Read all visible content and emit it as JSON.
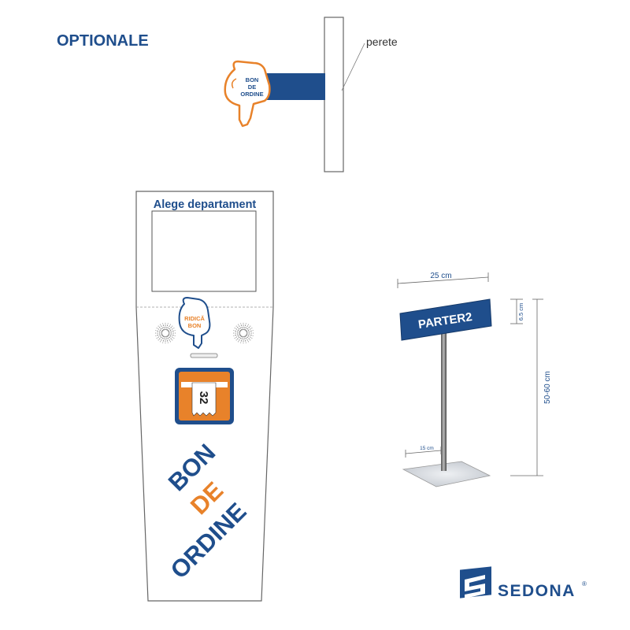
{
  "heading": "OPTIONALE",
  "wall_label": "perete",
  "hand_sign": {
    "line1": "BON",
    "line2": "DE",
    "line3": "ORDINE"
  },
  "kiosk": {
    "title": "Alege departament",
    "hand_line1": "RIDICĂ",
    "hand_line2": "BON",
    "ticket_number": "32",
    "big_text": {
      "line1": "BON",
      "line2": "DE",
      "line3": "ORDINE"
    }
  },
  "stand": {
    "sign_text": "PARTER2",
    "width_label": "25 cm",
    "sign_height_label": "6.5 cm",
    "total_height_label": "50-60 cm",
    "base_label": "15 cm"
  },
  "brand": {
    "name": "SEDONA",
    "registered": "®"
  },
  "colors": {
    "navy": "#1f4e8c",
    "orange": "#e8822a",
    "outline": "#555555",
    "base_grey": "#cfd3d8"
  }
}
